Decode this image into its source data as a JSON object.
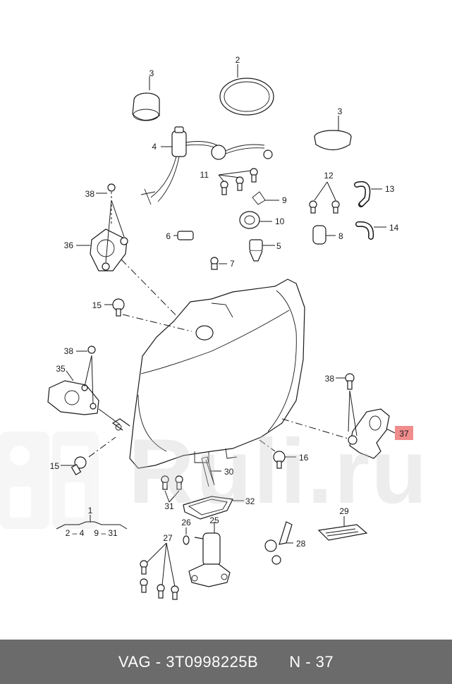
{
  "diagram": {
    "callouts": [
      {
        "id": "c1",
        "text": "1"
      },
      {
        "id": "c2",
        "text": "2"
      },
      {
        "id": "c3a",
        "text": "3"
      },
      {
        "id": "c3b",
        "text": "3"
      },
      {
        "id": "c4",
        "text": "4"
      },
      {
        "id": "c5",
        "text": "5"
      },
      {
        "id": "c6",
        "text": "6"
      },
      {
        "id": "c7",
        "text": "7"
      },
      {
        "id": "c8",
        "text": "8"
      },
      {
        "id": "c9",
        "text": "9"
      },
      {
        "id": "c10",
        "text": "10"
      },
      {
        "id": "c11",
        "text": "11"
      },
      {
        "id": "c12",
        "text": "12"
      },
      {
        "id": "c13",
        "text": "13"
      },
      {
        "id": "c14",
        "text": "14"
      },
      {
        "id": "c15a",
        "text": "15"
      },
      {
        "id": "c15b",
        "text": "15"
      },
      {
        "id": "c16",
        "text": "16"
      },
      {
        "id": "c24",
        "text": "2 – 4"
      },
      {
        "id": "c931",
        "text": "9 – 31"
      },
      {
        "id": "c25",
        "text": "25"
      },
      {
        "id": "c26",
        "text": "26"
      },
      {
        "id": "c27",
        "text": "27"
      },
      {
        "id": "c28",
        "text": "28"
      },
      {
        "id": "c29",
        "text": "29"
      },
      {
        "id": "c30",
        "text": "30"
      },
      {
        "id": "c31",
        "text": "31"
      },
      {
        "id": "c32",
        "text": "32"
      },
      {
        "id": "c35",
        "text": "35"
      },
      {
        "id": "c36",
        "text": "36"
      },
      {
        "id": "c37",
        "text": "37"
      },
      {
        "id": "c38a",
        "text": "38"
      },
      {
        "id": "c38b",
        "text": "38"
      },
      {
        "id": "c38c",
        "text": "38"
      }
    ],
    "highlight_color": "#f08c8c"
  },
  "watermark": {
    "text": "Ruli.ru"
  },
  "footer": {
    "part_number": "VAG - 3T0998225B",
    "position": "N - 37",
    "background": "#6b6b6b"
  }
}
